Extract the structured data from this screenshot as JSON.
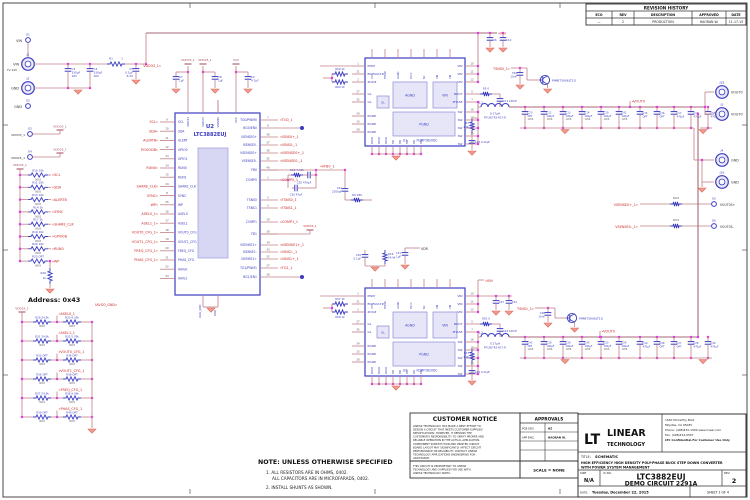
{
  "revision_history": {
    "title": "REVISION HISTORY",
    "headers": [
      "ECO",
      "REV",
      "DESCRIPTION",
      "APPROVED",
      "DATE"
    ],
    "rows": [
      [
        "—",
        "2",
        "PRODUCTION",
        "HAORAN W.",
        "11-17-15"
      ]
    ]
  },
  "title_block": {
    "company_line1": "LINEAR",
    "company_line2": "TECHNOLOGY",
    "logo": "LT",
    "address": [
      "1630 McCarthy Blvd.",
      "Milpitas, CA 95035",
      "Phone: (408)432-1900   www.linear.com",
      "Fax: (408)434-0507",
      "LTC Confidential-For Customer Use Only"
    ],
    "title_label": "TITLE:",
    "title_lines": [
      "SCHEMATIC",
      "HIGH EFFICIENCY HIGH DENSITY POLY-PHASE BUCK STEP DOWN CONVERTER",
      "WITH POWER SYSTEM MANAGEMENT"
    ],
    "size_label": "SIZE",
    "size": "N/A",
    "icno_label": "IC NO.",
    "ic_no": "LTC3882EUJ",
    "demo": "DEMO CIRCUIT 2291A",
    "rev_label": "REV.",
    "rev": "2",
    "date_label": "DATE:",
    "date": "Tuesday, December 22, 2015",
    "sheet": "SHEET  1  OF  4"
  },
  "customer_notice": {
    "title": "CUSTOMER NOTICE",
    "body": "LINEAR TECHNOLOGY HAS MADE A BEST EFFORT TO DESIGN A CIRCUIT THAT MEETS CUSTOMER-SUPPLIED SPECIFICATIONS; HOWEVER, IT REMAINS THE CUSTOMER'S RESPONSIBILITY TO VERIFY PROPER AND RELIABLE OPERATION IN THE ACTUAL APPLICATION. COMPONENT SUBSTITUTION AND PRINTED CIRCUIT BOARD LAYOUT MAY SIGNIFICANTLY AFFECT CIRCUIT PERFORMANCE OR RELIABILITY. CONTACT LINEAR TECHNOLOGY APPLICATIONS ENGINEERING FOR ASSISTANCE.",
    "footer": "THIS CIRCUIT IS PROPRIETARY TO LINEAR TECHNOLOGY AND SUPPLIED FOR USE WITH LINEAR TECHNOLOGY PARTS."
  },
  "approvals": {
    "title": "APPROVALS",
    "rows": [
      [
        "PCB DES.",
        "HZ"
      ],
      [
        "APP ENG.",
        "HAORAN W."
      ]
    ],
    "scale": "SCALE = NONE"
  },
  "notes": {
    "title": "NOTE: UNLESS OTHERWISE SPECIFIED",
    "items": [
      "1.  ALL RESISTORS ARE IN OHMS, 0402.",
      "ALL CAPACITORS ARE IN MICROFARADS, 0402.",
      "2.  INSTALL SHUNTS AS SHOWN."
    ]
  },
  "address_block": {
    "title": "Address: 0x43",
    "rail": "VDD25_1",
    "size": "0603",
    "iavg_net": "IAVG0_GND",
    "rows": [
      {
        "rt": "R29",
        "vt": "24.9k",
        "rb": "R30",
        "vb": "4.32k",
        "net": "ASEL0_1"
      },
      {
        "rt": "R31",
        "vt": "24.9k",
        "rb": "R32",
        "vb": "5.76k",
        "net": "ASEL1_1"
      },
      {
        "rt": "R33",
        "vt": "OPT",
        "rb": "R34",
        "vb": "OPT",
        "net": "VOUT0_CFG_1"
      },
      {
        "rt": "R35",
        "vt": "OPT",
        "rb": "R36",
        "vb": "OPT",
        "net": "VOUT1_CFG_1"
      },
      {
        "rt": "R37",
        "vt": "24.9k",
        "rb": "R38",
        "vb": "9.09k",
        "net": "FREQ_CFG_1"
      },
      {
        "rt": "R39",
        "vt": "OPT",
        "rb": "R40",
        "vb": "OPT",
        "net": "PHAS_CFG_1"
      }
    ]
  },
  "input": {
    "e1": {
      "ref": "E1",
      "label": "VIN"
    },
    "j1": {
      "ref": "J1",
      "label": "VIN",
      "range": "7V-14V"
    },
    "j2": {
      "ref": "J2",
      "label": "GND"
    },
    "e2": {
      "ref": "E2",
      "label": "GND"
    },
    "c3": {
      "ref": "C3",
      "val": "330µF",
      "volt": "16V"
    },
    "c4": {
      "ref": "C4",
      "val": "330µF",
      "volt": "16V"
    },
    "r1": {
      "ref": "R1",
      "val": "1"
    },
    "c5": {
      "ref": "C5",
      "val": "0.1µF",
      "volt": "6.3V"
    },
    "vin_net": "VIN"
  },
  "rails": {
    "e3": {
      "ref": "E3",
      "label": "VDD33_1"
    },
    "e4": {
      "ref": "E4",
      "label": "VDD25_1"
    },
    "vdd33": "VDD33_1",
    "vdd25": "VDD25_1",
    "vcc": "VCC",
    "vdd33_tap": "VDD33_1",
    "caps": [
      {
        "ref": "C7",
        "val": "1µF"
      },
      {
        "ref": "C8",
        "val": "1µF"
      },
      {
        "ref": "C9",
        "val": "4.7µF"
      }
    ]
  },
  "pullups": {
    "rail": "VDD33_1",
    "size": "0603",
    "items": [
      {
        "ref": "R10",
        "val": "10k",
        "net": "SCL"
      },
      {
        "ref": "R11",
        "val": "10k",
        "net": "SDA"
      },
      {
        "ref": "R13",
        "val": "10k",
        "net": "ALERTB"
      },
      {
        "ref": "R14",
        "val": "2k",
        "net": "SYNC"
      },
      {
        "ref": "R17",
        "val": "2k",
        "net": "SHARE_CLK"
      },
      {
        "ref": "R19",
        "val": "10k",
        "net": "GPIO0B"
      },
      {
        "ref": "R20",
        "val": "10k",
        "net": "RUN0"
      },
      {
        "ref": "R23",
        "val": "OPT",
        "net": "WP"
      }
    ],
    "r26": {
      "ref": "R26",
      "val": "1k"
    }
  },
  "u2": {
    "ref": "U2",
    "part": "LTC3882EUJ",
    "top_pins": [
      "VDD33",
      "VDD25",
      "VINSNS",
      "VCC"
    ],
    "bottom_pins": [
      "IAVG_GND",
      "GND"
    ],
    "left_pins": [
      {
        "n": "9",
        "name": "SCL",
        "net": "SCL"
      },
      {
        "n": "10",
        "name": "SDA",
        "net": "SDA"
      },
      {
        "n": "11",
        "name": "ALERT",
        "net": "ALERTB"
      },
      {
        "n": "12",
        "name": "GPIO0",
        "net": "PGOODB"
      },
      {
        "n": "13",
        "name": "GPIO1",
        "net": ""
      },
      {
        "n": "14",
        "name": "RUN0",
        "net": "RUN0"
      },
      {
        "n": "15",
        "name": "RUN1",
        "net": ""
      },
      {
        "n": "24",
        "name": "SHARE_CLK",
        "net": "SHARE_CLK"
      },
      {
        "n": "8",
        "name": "SYNC",
        "net": "SYNC"
      },
      {
        "n": "25",
        "name": "WP",
        "net": "WP"
      },
      {
        "n": "16",
        "name": "ASEL0",
        "net": "ASEL0_1"
      },
      {
        "n": "17",
        "name": "ASEL1",
        "net": "ASEL1_1"
      },
      {
        "n": "18",
        "name": "VOUT0_CFG",
        "net": "VOUT0_CFG_1"
      },
      {
        "n": "19",
        "name": "VOUT1_CFG",
        "net": "VOUT1_CFG_1"
      },
      {
        "n": "20",
        "name": "FREQ_CFG",
        "net": "FREQ_CFG_1"
      },
      {
        "n": "21",
        "name": "PHAS_CFG",
        "net": "PHAS_CFG_1"
      },
      {
        "n": "22",
        "name": "IAVG0",
        "net": ""
      },
      {
        "n": "23",
        "name": "IAVG1",
        "net": ""
      }
    ],
    "right_pins": [
      {
        "n": "7",
        "name": "TG0/PWM0",
        "net": "TG0_1"
      },
      {
        "n": "6",
        "name": "BG0/EN0",
        "net": ""
      },
      {
        "n": "38",
        "name": "ISENSE0+",
        "net": "ISNS0+_1"
      },
      {
        "n": "37",
        "name": "ISENSE0-",
        "net": "ISNS0-_1"
      },
      {
        "n": "36",
        "name": "VSENSE0+",
        "net": "VSENSE0+_1"
      },
      {
        "n": "35",
        "name": "VSENSE0-",
        "net": "VSENSE0-_1"
      },
      {
        "n": "40",
        "name": "FB0",
        "net": ""
      },
      {
        "n": "1",
        "name": "COMP0",
        "net": "COMP0_1"
      },
      {
        "n": "2",
        "name": "TSNS0",
        "net": "TSNS0_1"
      },
      {
        "n": "3",
        "name": "TSNS1",
        "net": "TSNS1_1"
      },
      {
        "n": "29",
        "name": "COMP1",
        "net": "COMP1_1"
      },
      {
        "n": "30",
        "name": "FB1",
        "net": ""
      },
      {
        "n": "34",
        "name": "VSENSE1+",
        "net": "VSENSE1+_1"
      },
      {
        "n": "33",
        "name": "ISENSE1-",
        "net": "ISNS1-_1"
      },
      {
        "n": "32",
        "name": "ISENSE1+",
        "net": "ISNS1+_1"
      },
      {
        "n": "27",
        "name": "TG1/PWM1",
        "net": "TG1_1"
      },
      {
        "n": "28",
        "name": "BG1/EN1",
        "net": ""
      }
    ]
  },
  "comp0": {
    "net": "COMP0_1",
    "r12": {
      "ref": "R12",
      "val": "7.32k"
    },
    "c20": {
      "ref": "C20",
      "val": "470pF"
    },
    "c30": {
      "ref": "C30",
      "val": "47pF"
    },
    "vfb": "VFB0_1",
    "c21": {
      "ref": "C21",
      "val": "2200pF"
    },
    "r9": {
      "ref": "R9",
      "val": "180"
    }
  },
  "comp1": {
    "net": "COMP1_1",
    "pull": "VDD33_1"
  },
  "vdr": {
    "c31": {
      "ref": "C31",
      "val": "1µF"
    },
    "label": "VDR",
    "c32": {
      "ref": "C32",
      "val": "0.1µF"
    },
    "r16": {
      "ref": "R16",
      "val": "24.9k"
    }
  },
  "module_pins": {
    "left": [
      {
        "n": "1",
        "name": "PWM"
      },
      {
        "n": "21",
        "name": "EN/FAULT#"
      },
      {
        "n": "2",
        "name": "ZCD#"
      },
      {
        "n": "27",
        "name": "GL"
      },
      {
        "n": "35",
        "name": "GL"
      },
      {
        "n": "34",
        "name": "PGND"
      },
      {
        "n": "15",
        "name": "PGND"
      },
      {
        "n": "28",
        "name": "PGND"
      }
    ],
    "right": [
      {
        "n": "10",
        "name": "VIN"
      },
      {
        "n": "11",
        "name": "VIN"
      },
      {
        "n": "12",
        "name": "VIN"
      },
      {
        "n": "5",
        "name": "BOOT"
      },
      {
        "n": "7",
        "name": "PHASE"
      },
      {
        "n": "16",
        "name": "SW"
      },
      {
        "n": "17",
        "name": "SW"
      },
      {
        "n": "18",
        "name": "SW"
      },
      {
        "n": "19",
        "name": "SW"
      },
      {
        "n": "20",
        "name": "SW"
      }
    ],
    "top": [
      "VCC",
      "TMON",
      "AGND",
      "PVCC",
      "NC",
      "VIN",
      "VIN"
    ],
    "bottom": [
      "PGND",
      "PGND",
      "PGND",
      "SW",
      "SW",
      "SW",
      "SW",
      "SW"
    ],
    "inner": [
      "AGND",
      "VIN",
      "PGND",
      "GL"
    ]
  },
  "phase0": {
    "ref": "U1",
    "part": "FDMF5820DC",
    "r59": {
      "ref": "R59",
      "val": "1k"
    },
    "r60": {
      "ref": "R60",
      "val": "1k"
    },
    "boot_r": {
      "ref": "R5",
      "val": "0"
    },
    "boot_c": {
      "ref": "C11",
      "val": "100nF"
    },
    "ind": {
      "ref": "L1",
      "val": "0.17µH",
      "part": "FP1007R3-R17-R"
    },
    "snub_r": {
      "ref": "R7",
      "val": "1.0k"
    },
    "snub_c": {
      "ref": "C22",
      "val": "0.22µF"
    },
    "in_caps": [
      {
        "ref": "C6"
      },
      {
        "ref": "C10"
      }
    ],
    "caps": [
      {
        "ref": "C23",
        "val": "OPT",
        "size": "1206"
      },
      {
        "ref": "C12",
        "val": "100µF",
        "size": "1206"
      },
      {
        "ref": "C13",
        "val": "100µF",
        "size": "1206"
      },
      {
        "ref": "C14",
        "val": "100µF",
        "size": "1206"
      },
      {
        "ref": "C29",
        "val": "100µF",
        "size": "1206"
      },
      {
        "ref": "C41",
        "val": "100µF",
        "size": "1206"
      }
    ],
    "bulk": [
      {
        "ref": "C15",
        "val": "OPT"
      },
      {
        "ref": "C16",
        "val": "OPT"
      },
      {
        "ref": "C17",
        "val": "470µF"
      },
      {
        "ref": "C18",
        "val": "470µF"
      },
      {
        "ref": "C55",
        "val": "470µF"
      }
    ],
    "tsns": {
      "net": "TSNS0_1",
      "cap": {
        "ref": "C52",
        "val": "10nF"
      },
      "transistor": "MMBT3906LT1G"
    },
    "vout_net": "VOUT0"
  },
  "phase1": {
    "ref": "U5",
    "part": "FDMF5820DC",
    "r59": {
      "ref": "R57",
      "val": "1k"
    },
    "r60": {
      "ref": "R58",
      "val": "1k"
    },
    "boot_r": {
      "ref": "R25",
      "val": "0"
    },
    "boot_c": {
      "ref": "C44",
      "val": "100nF"
    },
    "ind": {
      "ref": "L2",
      "val": "0.17µH",
      "part": "FP1007R3-R17-R"
    },
    "snub_r": {
      "ref": "R27",
      "val": "1.0k"
    },
    "snub_c": {
      "ref": "C42",
      "val": "0.22µF"
    },
    "in_caps": [
      {
        "ref": "C33"
      },
      {
        "ref": "C34"
      }
    ],
    "vin_net": "VIN",
    "caps": [
      {
        "ref": "C43",
        "val": "OPT",
        "size": "1206"
      },
      {
        "ref": "C38",
        "val": "100µF",
        "size": "1206"
      },
      {
        "ref": "C39",
        "val": "100µF",
        "size": "1206"
      },
      {
        "ref": "C40",
        "val": "100µF",
        "size": "1206"
      },
      {
        "ref": "C50",
        "val": "100µF",
        "size": "1206"
      },
      {
        "ref": "C54",
        "val": "100µF",
        "size": "1206"
      }
    ],
    "bulk": [
      {
        "ref": "C19",
        "val": "470µF"
      },
      {
        "ref": "C26",
        "val": "OPT"
      },
      {
        "ref": "C27",
        "val": "OPT"
      },
      {
        "ref": "C28",
        "val": "470µF"
      },
      {
        "ref": "C49",
        "val": "470µF"
      }
    ],
    "tsns": {
      "net": "TSNS1_1",
      "cap": {
        "ref": "C48",
        "val": "10nF"
      },
      "transistor": "MMBT3906LT1G"
    },
    "vout_net": "VOUT0"
  },
  "output": {
    "j18": {
      "ref": "J18",
      "label": "VOUT0"
    },
    "j3": {
      "ref": "J3",
      "label": "VOUT0"
    },
    "j4": {
      "ref": "J4",
      "label": "GND"
    },
    "j19": {
      "ref": "J19",
      "label": "GND"
    },
    "e5": {
      "ref": "E5",
      "label": "VOUT0S+",
      "net": "VSENSE0+_1"
    },
    "e6": {
      "ref": "E6",
      "label": "VOUT0S-",
      "net": "VSENSE0-_1"
    },
    "sense_r_size": "0603"
  },
  "colors": {
    "wire": "#c08088",
    "bus": "#a86878",
    "component": "#3c3cc0",
    "net": "#cc2a2a",
    "junction": "#e23ae2",
    "gnd_fill": "#f29a8e",
    "gnd_stroke": "#d96a5e"
  }
}
